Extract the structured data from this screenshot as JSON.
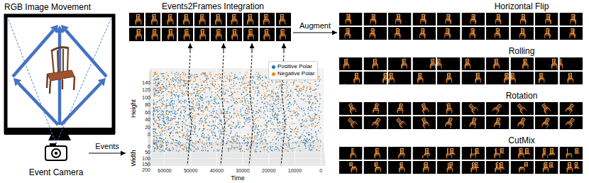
{
  "diagram": {
    "nodes": [
      {
        "text": [
          "RGB Image Movement"
        ]
      },
      {
        "text": [
          "Event Camera"
        ]
      },
      {
        "text": [
          "Events2Frames Integration"
        ]
      },
      {
        "text": [
          "Height",
          "Width",
          "Time"
        ]
      },
      {
        "text": [
          "Horizontal Flip"
        ]
      },
      {
        "text": [
          "Rolling"
        ]
      },
      {
        "text": [
          "Rotation"
        ]
      },
      {
        "text": [
          "CutMix"
        ]
      }
    ],
    "edges": [
      {
        "from": 1,
        "to": 3,
        "label": "Events",
        "arrow": "to"
      },
      {
        "from": 3,
        "to": 2,
        "arrow": "to"
      },
      {
        "from": 3,
        "to": 2,
        "arrow": "to"
      },
      {
        "from": 3,
        "to": 2,
        "arrow": "to"
      },
      {
        "from": 3,
        "to": 2,
        "arrow": "to"
      },
      {
        "from": 2,
        "to": 4,
        "label": "Augment",
        "arrow": "to"
      }
    ],
    "labels": [
      "140",
      "120",
      "100",
      "80",
      "60",
      "40",
      "20",
      "0",
      "0",
      "50",
      "100",
      "150",
      "200",
      "60000",
      "50000",
      "40000",
      "30000",
      "20000",
      "10000",
      "0"
    ],
    "legend": [
      {
        "text": "Positive Polar",
        "color": "#1f77b4"
      },
      {
        "text": "Negative Polar",
        "color": "#ff7f0e"
      }
    ]
  }
}
